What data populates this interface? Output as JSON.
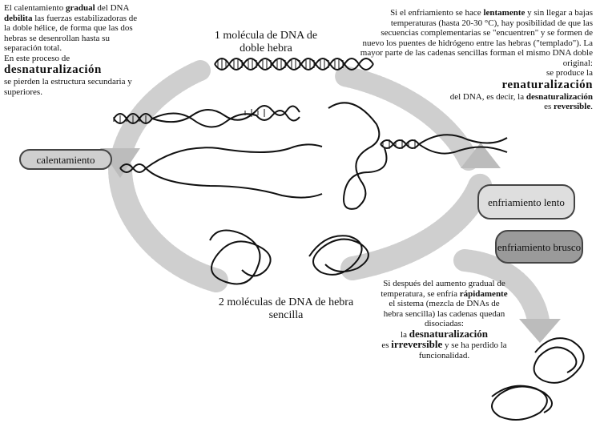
{
  "left_text": {
    "p1_a": "El calentamiento ",
    "p1_b": "gradual",
    "p1_c": " del DNA ",
    "p1_d": "debilita",
    "p1_e": " las fuerzas estabilizadoras de la doble hélice, de forma que las dos hebras se desenrollan hasta su separación total.",
    "p2": "En este proceso de",
    "p2_big": "desnaturalización",
    "p3": "se pierden la estructura secundaria y superiores."
  },
  "right_text": {
    "r1": "Si el enfriamiento se hace ",
    "r1_b": "lentamente",
    "r2": " y sin llegar a bajas temperaturas (hasta 20-30 °C), hay posibilidad de que las secuencias complementarias se \"encuentren\" y se formen de nuevo los puentes de hidrógeno entre las hebras (\"templado\"). La mayor parte de las cadenas sencillas forman el mismo DNA doble original:",
    "r3": "se produce la",
    "r3_big": "renaturalización",
    "r4": "del DNA, es decir, la",
    "r4_b": "desnaturalización",
    "r5": "es ",
    "r5_b": "reversible",
    "r5_end": "."
  },
  "bottom_text": {
    "t1": "Si después del aumento gradual de temperatura, se enfría ",
    "t1_b": "rápidamente",
    "t2": " el sistema (mezcla de DNAs de hebra sencilla) las cadenas quedan disociadas:",
    "t3_a": "la ",
    "t3_b": "desnaturalización",
    "t4_a": "es ",
    "t4_b": "irreversible",
    "t4_c": " y se ha perdido la funcionalidad."
  },
  "captions": {
    "top": "1 molécula de DNA de doble hebra",
    "bottom": "2 moléculas de DNA de hebra sencilla"
  },
  "labels": {
    "calentamiento": "calentamiento",
    "enfriamiento_lento": "enfriamiento lento",
    "enfriamiento_brusco": "enfriamiento brusco"
  },
  "colors": {
    "arrow_fill": "#c8c8c8",
    "strand": "#111111"
  }
}
